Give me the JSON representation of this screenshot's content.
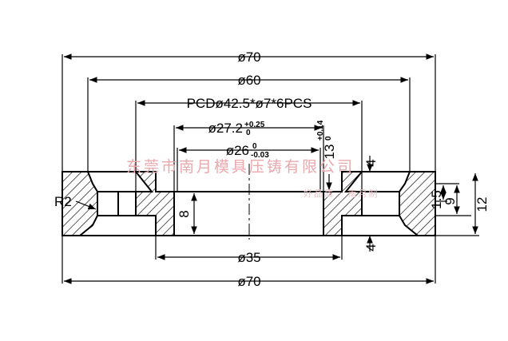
{
  "drawing": {
    "dimensions": {
      "outer_diameter_top": "ø70",
      "diameter_60": "ø60",
      "pcd": "PCDø42.5*ø7*6PCS",
      "bore_27": "ø27.2",
      "bore_27_tol_upper": "+0.25",
      "bore_27_tol_lower": "0",
      "bore_26": "ø26",
      "bore_26_tol_upper": "0",
      "bore_26_tol_lower": "-0.03",
      "diameter_35": "ø35",
      "outer_diameter_bottom": "ø70",
      "radius": "R2",
      "height_8": "8",
      "groove_13": "13",
      "groove_13_tol_upper": "+0.14",
      "groove_13_tol_lower": "0",
      "step_4_top": "4",
      "step_4_bottom": "4",
      "dim_1_5": "1.5",
      "dim_9": "9",
      "dim_12": "12"
    },
    "watermark": {
      "company": "东莞市南月模具压铸有限公司",
      "subtext": "好品质 · 南月制"
    }
  },
  "colors": {
    "line": "#000000",
    "watermark": "#e9a9ad"
  }
}
